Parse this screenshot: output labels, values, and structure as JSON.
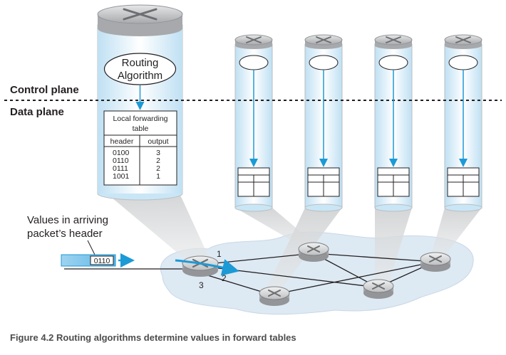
{
  "labels": {
    "control_plane": "Control plane",
    "data_plane": "Data plane",
    "routing_algorithm_line1": "Routing",
    "routing_algorithm_line2": "Algorithm",
    "table_title_line1": "Local forwarding",
    "table_title_line2": "table",
    "col_header": "header",
    "col_output": "output",
    "values_line1": "Values in arriving",
    "values_line2": "packet’s header",
    "packet_value": "0110",
    "link_1": "1",
    "link_2": "2",
    "link_3": "3"
  },
  "forwarding_table": {
    "rows": [
      {
        "header": "0100",
        "output": "3"
      },
      {
        "header": "0110",
        "output": "2"
      },
      {
        "header": "0111",
        "output": "2"
      },
      {
        "header": "1001",
        "output": "1"
      }
    ]
  },
  "caption": "Figure 4.2 Routing algorithms determine values in forward tables",
  "colors": {
    "accent": "#1c9ad6",
    "cylinder_fill": "#c9e6f6",
    "cloud": "#dde9f3",
    "router_body": "#bcbec0",
    "beam": "#d3d5d7"
  }
}
